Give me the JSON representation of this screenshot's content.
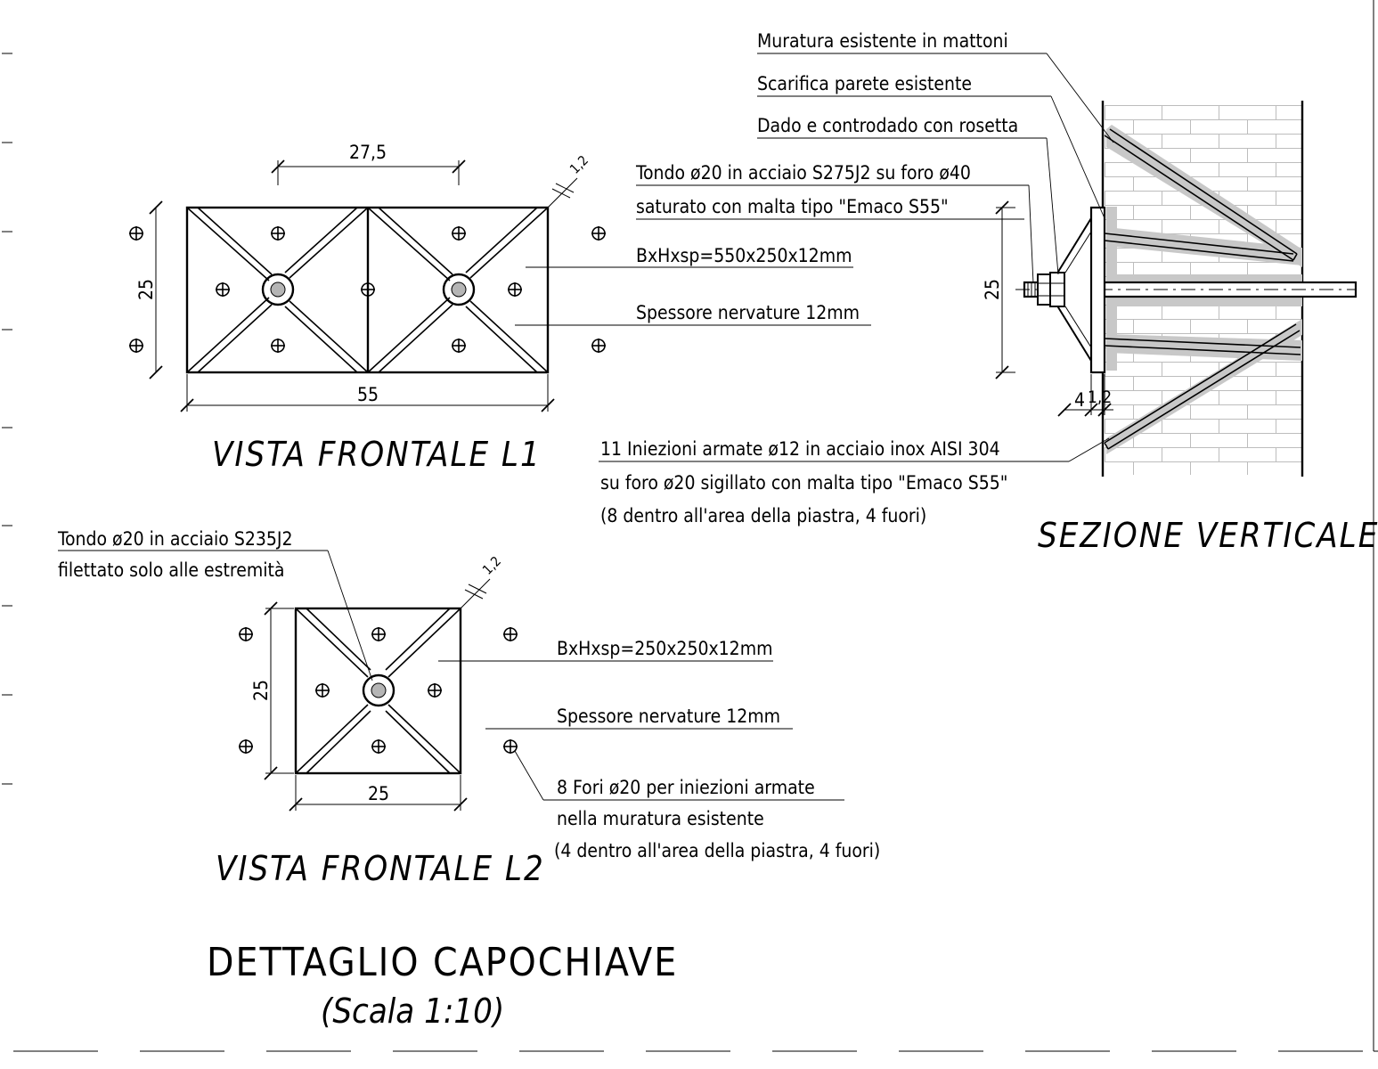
{
  "title": "DETTAGLIO CAPOCHIAVE",
  "scale": "(Scala 1:10)",
  "views": {
    "l1": {
      "title": "VISTA FRONTALE L1",
      "dim_width": "55",
      "dim_height": "25",
      "dim_spacing": "27,5",
      "dim_thickness": "1,2",
      "plate_label": "BxHxsp=550x250x12mm",
      "rib_label": "Spessore nervature 12mm"
    },
    "l2": {
      "title": "VISTA FRONTALE L2",
      "dim_width": "25",
      "dim_height": "25",
      "dim_thickness": "1,2",
      "rod_label_1": "Tondo ø20 in acciaio S235J2",
      "rod_label_2": "filettato solo alle estremità",
      "plate_label": "BxHxsp=250x250x12mm",
      "rib_label": "Spessore nervature 12mm",
      "holes_label_1": "8 Fori ø20 per iniezioni armate",
      "holes_label_2": "nella muratura esistente",
      "holes_label_3": "(4 dentro all'area della piastra, 4 fuori)"
    },
    "section": {
      "title": "SEZIONE VERTICALE",
      "wall_label": "Muratura esistente in mattoni",
      "scarf_label": "Scarifica parete esistente",
      "nut_label": "Dado e controdado con rosetta",
      "rod_label_1": "Tondo ø20 in acciaio S275J2 su foro ø40",
      "rod_label_2": "saturato con malta tipo \"Emaco S55\"",
      "dim_height": "25",
      "dim_gap": "4",
      "dim_thickness": "1,2",
      "inj_label_1": "11 Iniezioni armate ø12 in acciaio inox AISI 304",
      "inj_label_2": "su foro ø20 sigillato con malta tipo \"Emaco S55\"",
      "inj_label_3": "(8 dentro all'area della piastra, 4 fuori)"
    }
  }
}
